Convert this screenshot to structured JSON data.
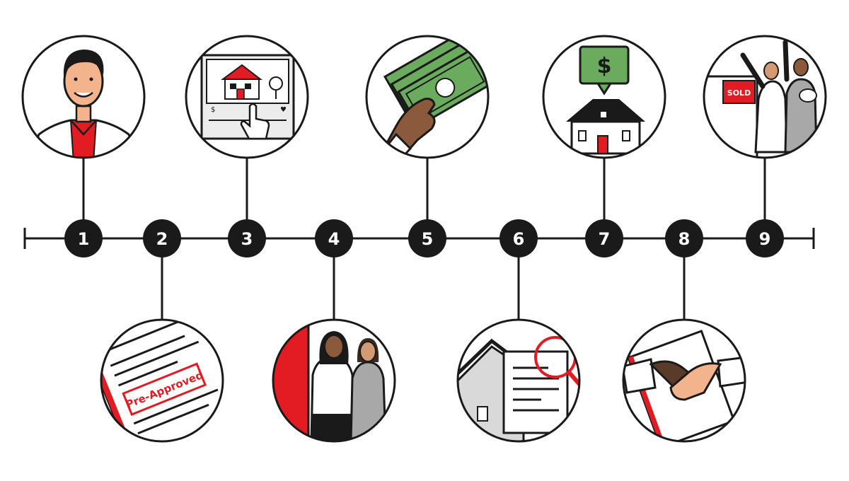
{
  "timeline": {
    "steps": [
      {
        "number": "1",
        "illustration": "agent-portrait-icon",
        "side": "top"
      },
      {
        "number": "2",
        "illustration": "pre-approval-letter-icon",
        "side": "bottom",
        "stamp_text": "Pre-Approved"
      },
      {
        "number": "3",
        "illustration": "online-listing-icon",
        "side": "top"
      },
      {
        "number": "4",
        "illustration": "house-tour-icon",
        "side": "bottom"
      },
      {
        "number": "5",
        "illustration": "cash-offer-icon",
        "side": "top"
      },
      {
        "number": "6",
        "illustration": "home-inspection-icon",
        "side": "bottom"
      },
      {
        "number": "7",
        "illustration": "appraisal-icon",
        "side": "top"
      },
      {
        "number": "8",
        "illustration": "closing-handshake-icon",
        "side": "bottom"
      },
      {
        "number": "9",
        "illustration": "sold-celebration-icon",
        "side": "top",
        "sign_text": "SOLD"
      }
    ]
  },
  "colors": {
    "accent": "#e31b23",
    "ink": "#1a1a1a",
    "money": "#6bab5e",
    "grey": "#d9d9d9"
  }
}
